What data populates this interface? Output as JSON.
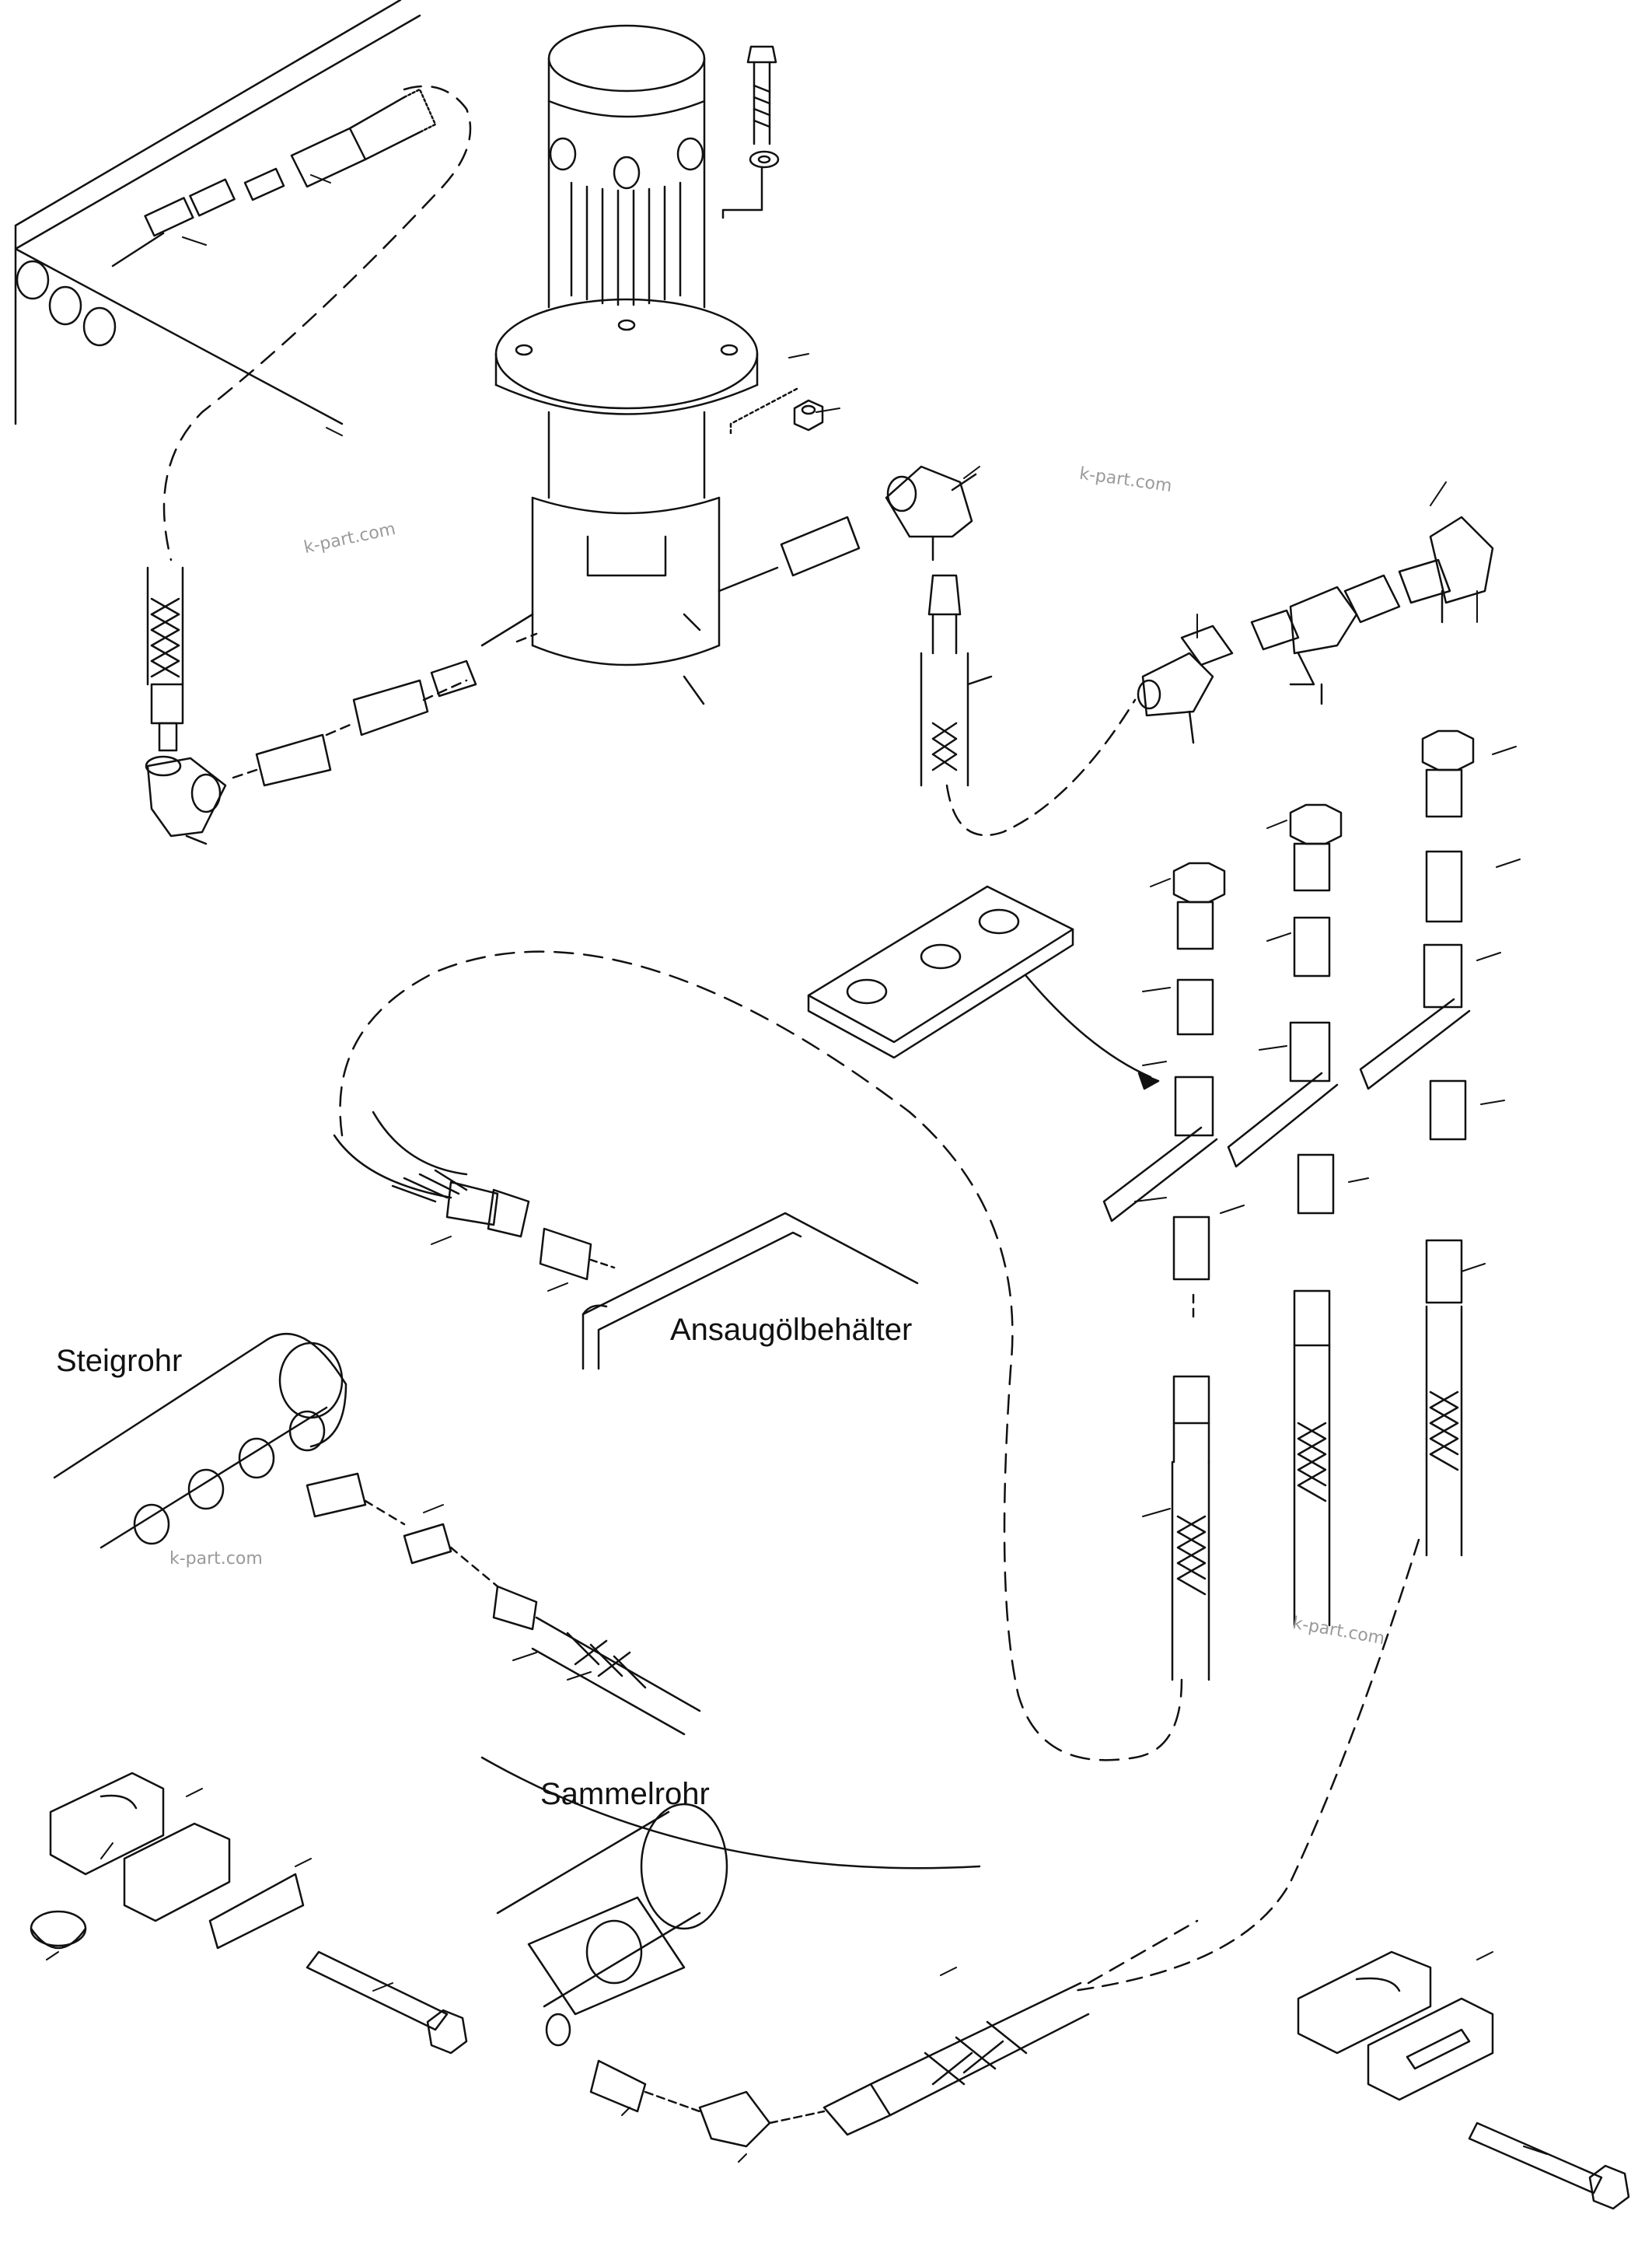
{
  "labels": {
    "suction_tank": "Ansaugölbehälter",
    "riser_pipe": "Steigrohr",
    "collector_pipe": "Sammelrohr"
  },
  "watermarks": [
    "k-part.com",
    "k-part.com",
    "k-part.com",
    "k-part.com"
  ],
  "colors": {
    "line": "#111111",
    "background": "#ffffff",
    "watermark": "#9a9a9a"
  }
}
